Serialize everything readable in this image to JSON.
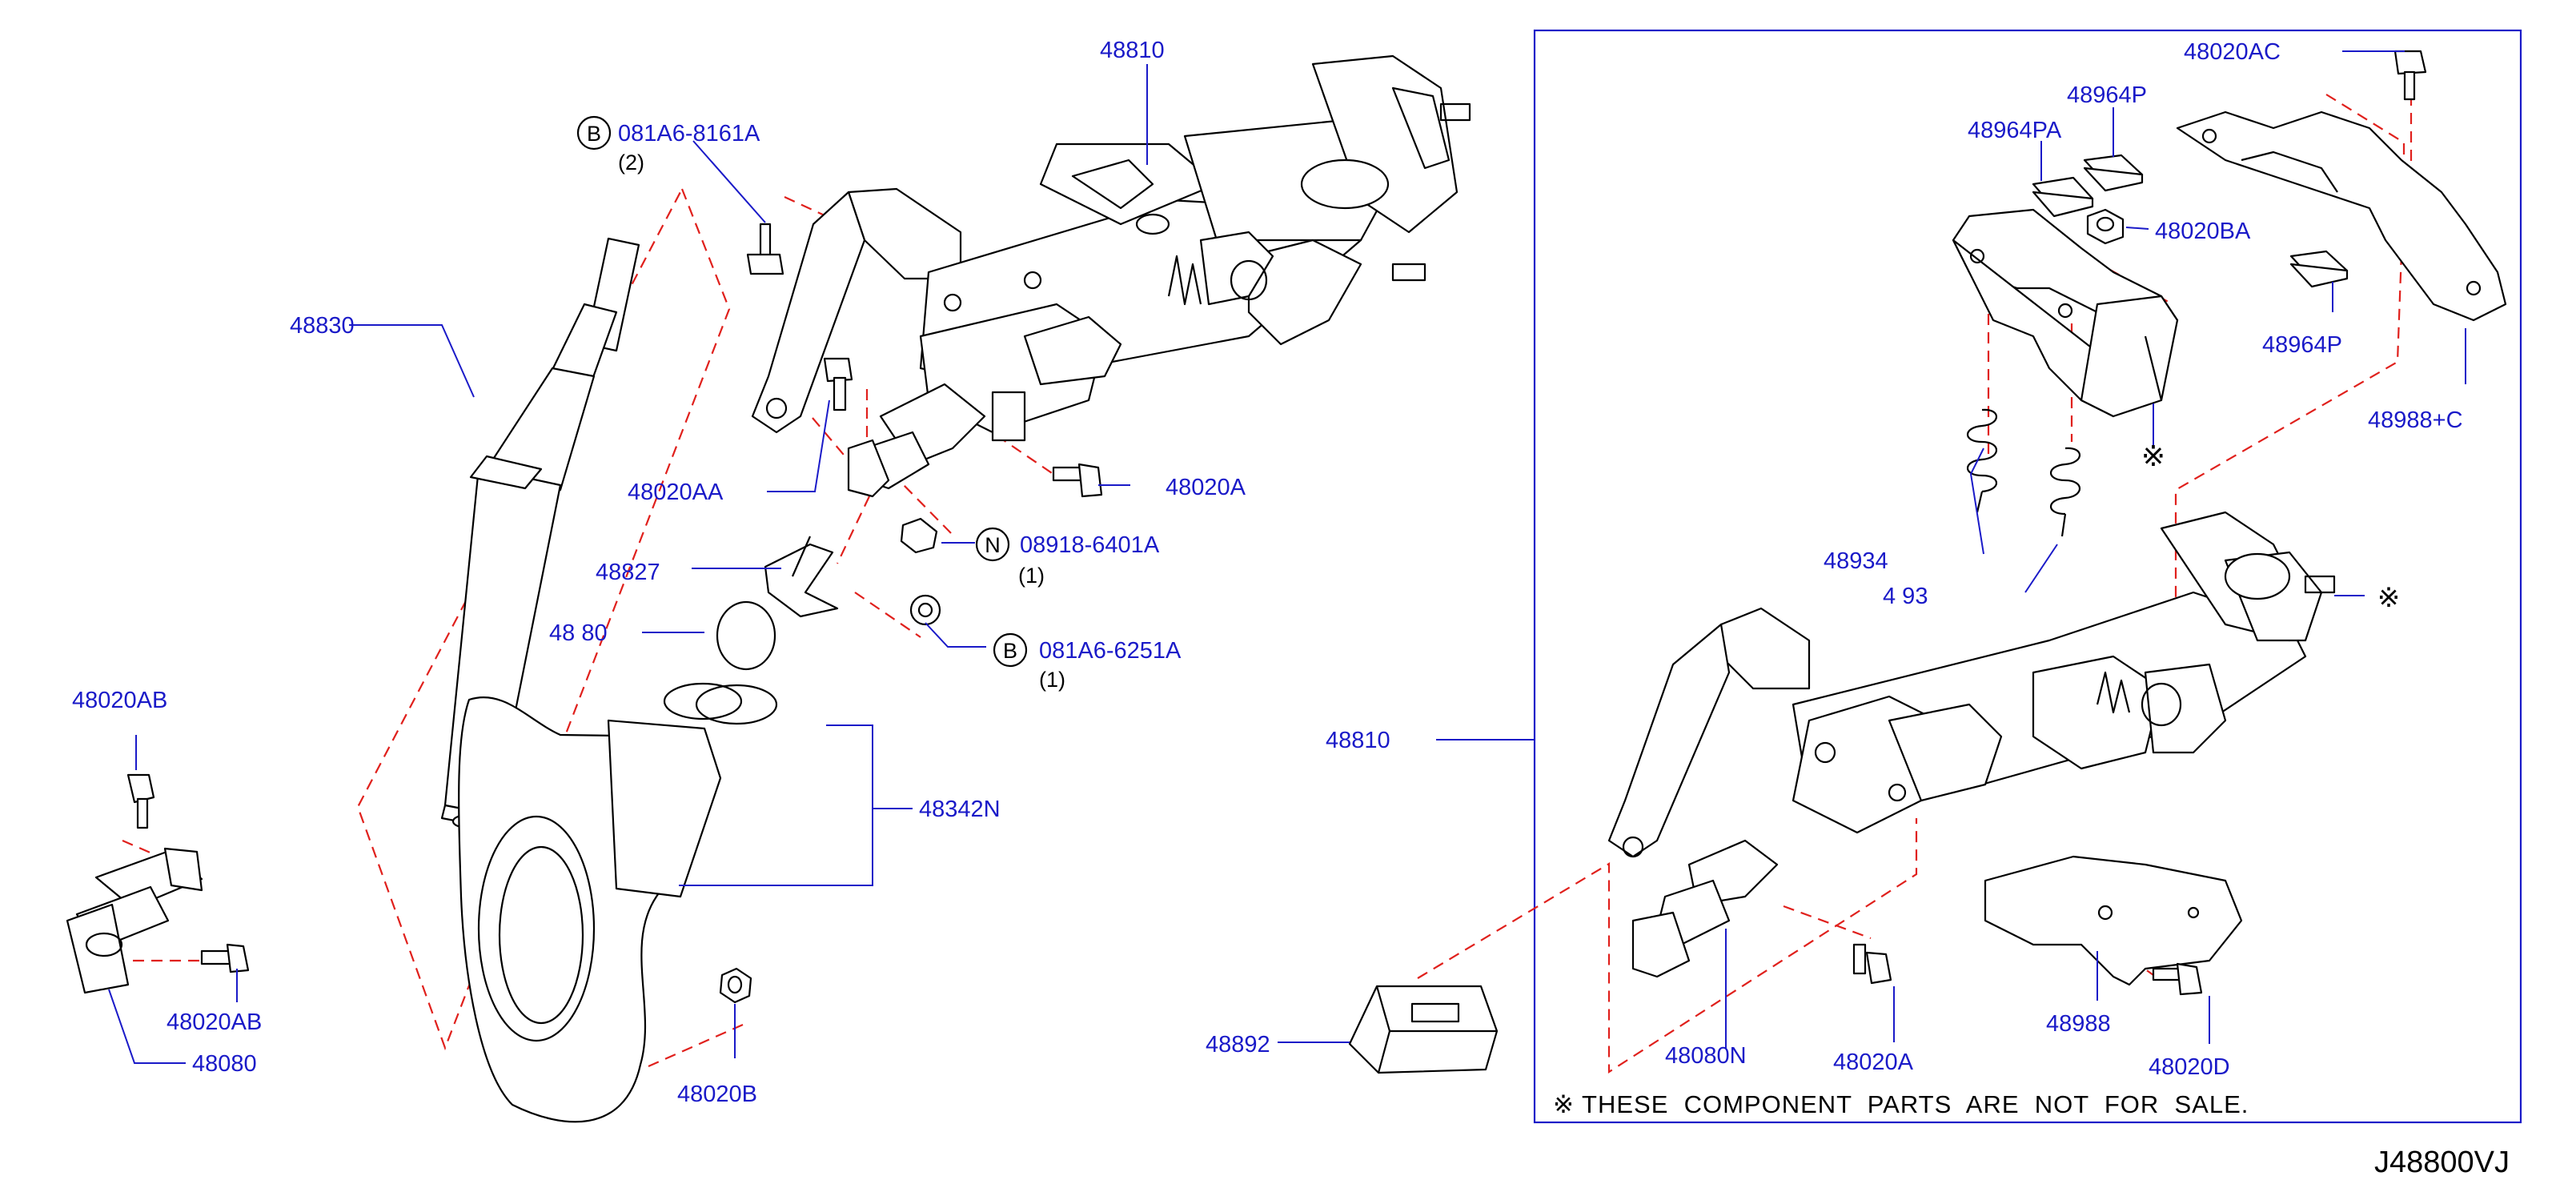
{
  "diagram": {
    "labels": {
      "p48810_top": "48810",
      "p081A6_8161A": "081A6-8161A",
      "p081A6_8161A_qty": "(2)",
      "p48830": "48830",
      "p48020AA": "48020AA",
      "p48020A_top": "48020A",
      "p08918_6401A": "08918-6401A",
      "p08918_6401A_qty": "(1)",
      "p48827": "48827",
      "p48830_partial": "48 80",
      "p081A6_6251A": "081A6-6251A",
      "p081A6_6251A_qty": "(1)",
      "p48020AB_upper": "48020AB",
      "p48342N": "48342N",
      "p48020AB_lower": "48020AB",
      "p48080": "48080",
      "p48020B": "48020B",
      "p48810_right": "48810",
      "p48892": "48892",
      "p48020AC": "48020AC",
      "p48964P_top": "48964P",
      "p48964PA": "48964PA",
      "p48020BA": "48020BA",
      "p48964P_mid": "48964P",
      "p48988C": "48988+C",
      "p48934": "48934",
      "p48934_partial": "4 93",
      "p48080N": "48080N",
      "p48020A_right": "48020A",
      "p48988": "48988",
      "p48020D": "48020D"
    },
    "symbols": {
      "bolt_b": "B",
      "nut_n": "N",
      "not_for_sale_mark": "※"
    },
    "note": "※ THESE  COMPONENT  PARTS  ARE  NOT  FOR  SALE.",
    "diagram_code": "J48800VJ",
    "colors": {
      "part_number": "#1a1ac8",
      "dashed_line": "#e0201c",
      "frame": "#1a1ac8",
      "linework": "#000000"
    }
  }
}
